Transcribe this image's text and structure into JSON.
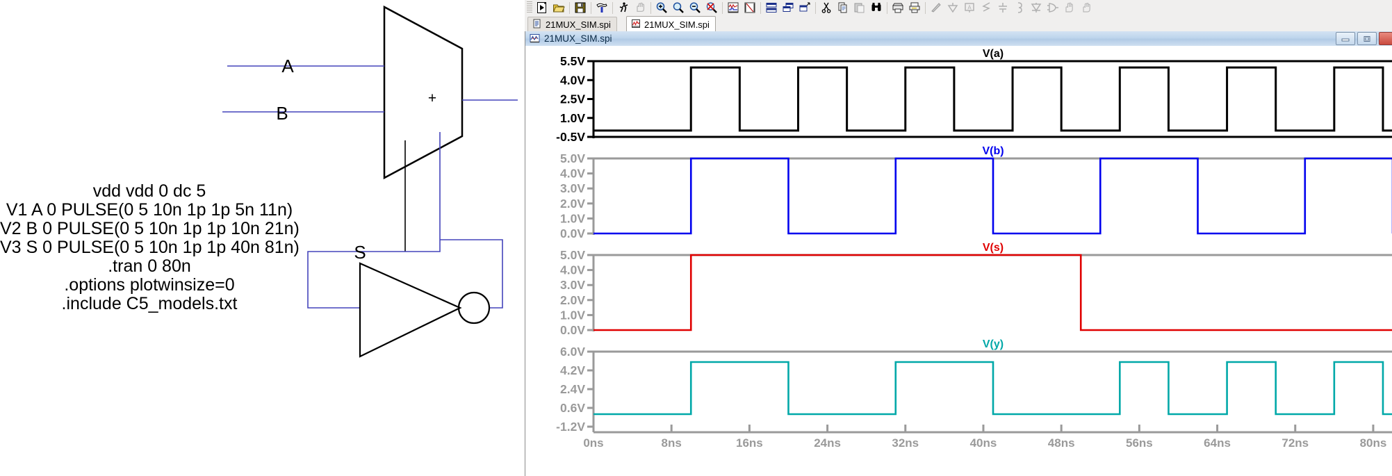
{
  "schematic": {
    "input_a_label": "A",
    "input_b_label": "B",
    "select_label": "S",
    "mux_plus_label": "+",
    "netlist": "vdd vdd 0 dc 5\nV1 A 0 PULSE(0 5 10n 1p 1p 5n 11n)\nV2 B 0 PULSE(0 5 10n 1p 1p 10n 21n)\nV3 S 0 PULSE(0 5 10n 1p 1p 40n 81n)\n.tran 0 80n\n.options plotwinsize=0\n.include C5_models.txt"
  },
  "app": {
    "toolbar": {
      "buttons": [
        {
          "name": "run-simulation-icon",
          "title": "Run"
        },
        {
          "name": "open-file-icon",
          "title": "Open"
        },
        {
          "name": "save-file-icon",
          "title": "Save"
        },
        {
          "name": "build-hammer-icon",
          "title": "Build"
        },
        {
          "name": "run-fast-icon",
          "title": "Run fast"
        },
        {
          "name": "pan-hand-icon",
          "title": "Pan"
        },
        {
          "name": "zoom-in-icon",
          "title": "Zoom in"
        },
        {
          "name": "zoom-area-icon",
          "title": "Zoom area"
        },
        {
          "name": "zoom-out-icon",
          "title": "Zoom out"
        },
        {
          "name": "zoom-reset-icon",
          "title": "Zoom reset"
        },
        {
          "name": "waveform-view-icon",
          "title": "Waveform view"
        },
        {
          "name": "curve-measure-icon",
          "title": "Measure"
        },
        {
          "name": "tile-horizontal-icon",
          "title": "Tile horizontally"
        },
        {
          "name": "cascade-windows-icon",
          "title": "Cascade"
        },
        {
          "name": "arrange-windows-icon",
          "title": "Arrange"
        },
        {
          "name": "cut-icon",
          "title": "Cut"
        },
        {
          "name": "copy-icon",
          "title": "Copy"
        },
        {
          "name": "paste-icon",
          "title": "Paste"
        },
        {
          "name": "find-binoculars-icon",
          "title": "Find"
        },
        {
          "name": "print-preview-icon",
          "title": "Print preview"
        },
        {
          "name": "print-icon",
          "title": "Print"
        },
        {
          "name": "draw-line-icon",
          "title": "Line"
        },
        {
          "name": "ground-symbol-icon",
          "title": "Ground"
        },
        {
          "name": "net-label-icon",
          "title": "Net label"
        },
        {
          "name": "resistor-icon",
          "title": "Resistor"
        },
        {
          "name": "capacitor-icon",
          "title": "Capacitor"
        },
        {
          "name": "inductor-icon",
          "title": "Inductor"
        },
        {
          "name": "diode-icon",
          "title": "Diode"
        },
        {
          "name": "gate-symbol-icon",
          "title": "Gate"
        },
        {
          "name": "move-icon",
          "title": "Move"
        },
        {
          "name": "drag-icon",
          "title": "Drag"
        }
      ]
    },
    "tabs": [
      {
        "label": "21MUX_SIM.spi",
        "icon": "text-document-icon",
        "active": false
      },
      {
        "label": "21MUX_SIM.spi",
        "icon": "waveform-document-icon",
        "active": true
      }
    ],
    "inner_window": {
      "title": "21MUX_SIM.spi",
      "icon": "waveform-document-icon",
      "minimize_label": "–",
      "restore_label": "□",
      "close_label": "×"
    }
  },
  "chart_data": [
    {
      "type": "line",
      "title": "V(a)",
      "color": "#000000",
      "xlabel": "",
      "ylabel": "",
      "xlim": [
        0,
        82
      ],
      "ylim": [
        -0.5,
        5.5
      ],
      "yticks": [
        "5.5V",
        "4.0V",
        "2.5V",
        "1.0V",
        "-0.5V"
      ],
      "ytickvals": [
        5.5,
        4.0,
        2.5,
        1.0,
        -0.5
      ],
      "grid": false,
      "signal": {
        "delay_ns": 10,
        "period_ns": 11,
        "pulse_width_ns": 5,
        "v_low": 0,
        "v_high": 5
      }
    },
    {
      "type": "line",
      "title": "V(b)",
      "color": "#0000ee",
      "xlabel": "",
      "ylabel": "",
      "xlim": [
        0,
        82
      ],
      "ylim": [
        0,
        5
      ],
      "yticks": [
        "5.0V",
        "4.0V",
        "3.0V",
        "2.0V",
        "1.0V",
        "0.0V"
      ],
      "ytickvals": [
        5.0,
        4.0,
        3.0,
        2.0,
        1.0,
        0.0
      ],
      "grid": false,
      "signal": {
        "delay_ns": 10,
        "period_ns": 21,
        "pulse_width_ns": 10,
        "v_low": 0,
        "v_high": 5
      }
    },
    {
      "type": "line",
      "title": "V(s)",
      "color": "#e00000",
      "xlabel": "",
      "ylabel": "",
      "xlim": [
        0,
        82
      ],
      "ylim": [
        0,
        5
      ],
      "yticks": [
        "5.0V",
        "4.0V",
        "3.0V",
        "2.0V",
        "1.0V",
        "0.0V"
      ],
      "ytickvals": [
        5.0,
        4.0,
        3.0,
        2.0,
        1.0,
        0.0
      ],
      "grid": false,
      "signal": {
        "delay_ns": 10,
        "period_ns": 81,
        "pulse_width_ns": 40,
        "v_low": 0,
        "v_high": 5
      }
    },
    {
      "type": "line",
      "title": "V(y)",
      "color": "#00a8a8",
      "xlabel": "",
      "ylabel": "",
      "xlim": [
        0,
        82
      ],
      "ylim": [
        -1.2,
        6.0
      ],
      "yticks": [
        "6.0V",
        "4.2V",
        "2.4V",
        "0.6V",
        "-1.2V"
      ],
      "ytickvals": [
        6.0,
        4.2,
        2.4,
        0.6,
        -1.2
      ],
      "grid": false,
      "signal": {
        "description": "2:1 MUX output: follows V(a) while V(s) is low, follows V(b) while V(s) is high",
        "v_low": 0,
        "v_high": 5
      }
    }
  ],
  "xaxis": {
    "ticks": [
      "0ns",
      "8ns",
      "16ns",
      "24ns",
      "32ns",
      "40ns",
      "48ns",
      "56ns",
      "64ns",
      "72ns",
      "80ns"
    ],
    "tickvals": [
      0,
      8,
      16,
      24,
      32,
      40,
      48,
      56,
      64,
      72,
      80
    ],
    "color": "#9a9a9a"
  }
}
